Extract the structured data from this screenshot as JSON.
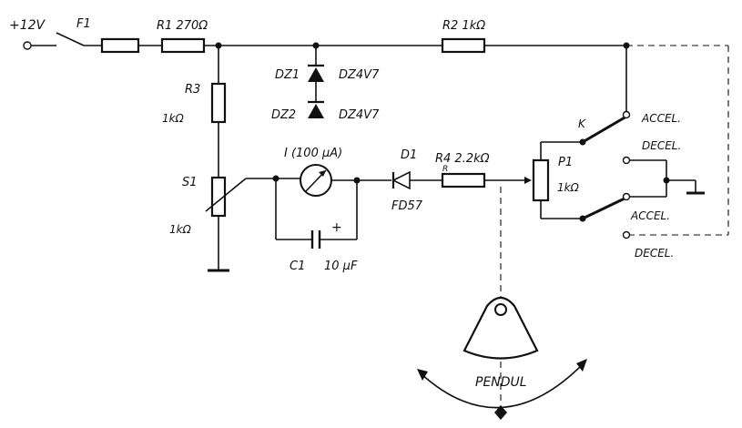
{
  "labels": {
    "supply": "+12V",
    "fuse": "F1",
    "r1": "R1 270Ω",
    "r2": "R2 1kΩ",
    "r3_name": "R3",
    "r3_value": "1kΩ",
    "dz1": "DZ1",
    "dz2": "DZ2",
    "dz1_type": "DZ4V7",
    "dz2_type": "DZ4V7",
    "s1_name": "S1",
    "s1_value": "1kΩ",
    "meter": "I (100 μA)",
    "c1_name": "C1",
    "c1_value": "10 μF",
    "c1_polarity": "+",
    "d1_name": "D1",
    "d1_type": "FD57",
    "r4": "R4 2.2kΩ",
    "r4_mark": "R",
    "p1_name": "P1",
    "p1_value": "1kΩ",
    "relay": "K",
    "accel_top": "ACCEL.",
    "decel_top": "DECEL.",
    "accel_bottom": "ACCEL.",
    "decel_bottom": "DECEL.",
    "pendulum": "PENDUL"
  }
}
